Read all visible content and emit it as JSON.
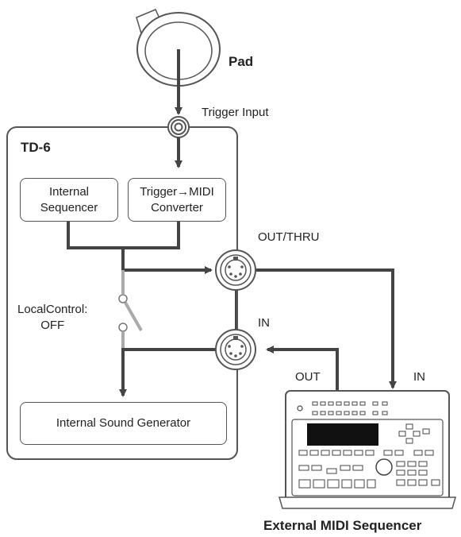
{
  "pad": {
    "label": "Pad"
  },
  "trigger_input": {
    "label": "Trigger Input"
  },
  "device": {
    "name": "TD-6"
  },
  "internal_sequencer": {
    "line1": "Internal",
    "line2": "Sequencer"
  },
  "converter": {
    "line1": "Trigger→MIDI",
    "line2": "Converter"
  },
  "local_control": {
    "line1": "LocalControl:",
    "line2": "OFF"
  },
  "ports": {
    "out_thru": "OUT/THRU",
    "in": "IN"
  },
  "sound_generator": {
    "label": "Internal Sound Generator"
  },
  "external": {
    "out_label": "OUT",
    "in_label": "IN",
    "name": "External MIDI Sequencer"
  },
  "colors": {
    "line": "#444444",
    "switch": "#aaaaaa",
    "box_border": "#555555"
  }
}
